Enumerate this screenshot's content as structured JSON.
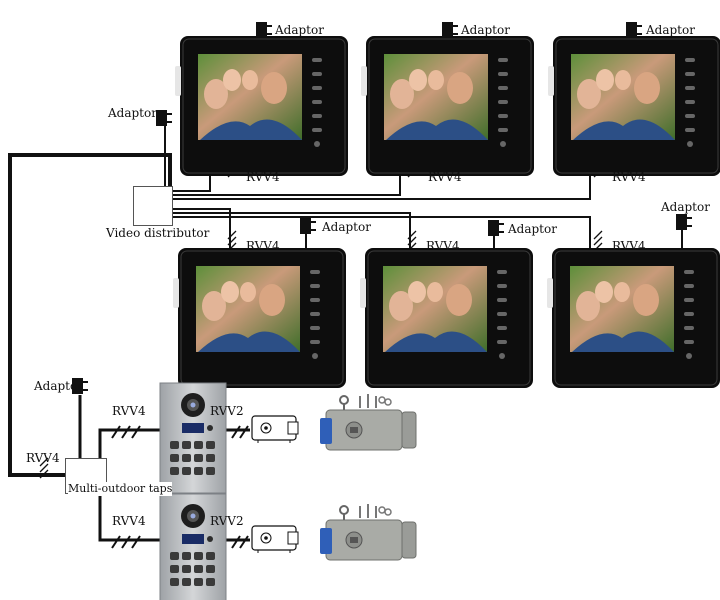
{
  "labels": {
    "adaptor": "Adaptor",
    "cable_rvv4": "RVV4",
    "cable_rvv2": "RVV2",
    "video_distributor": "Video distributor",
    "multi_outdoor_taps": "Multi-outdoor taps"
  },
  "monitor_count": 6,
  "outdoor_panel_count": 2,
  "colors": {
    "monitor_frame": "#0d0d0d",
    "cable": "#111111",
    "panel_metal": "#b7babe",
    "lock_body": "#a9aba6",
    "lock_accent": "#2f5fb8"
  }
}
